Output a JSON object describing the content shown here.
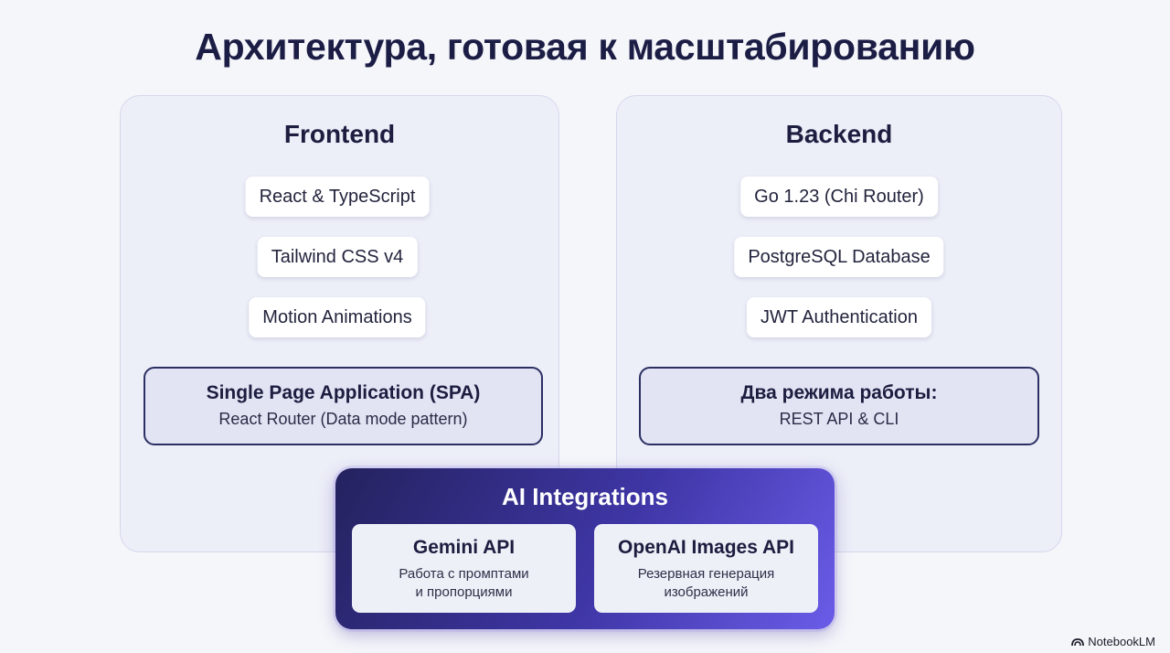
{
  "title": "Архитектура, готовая к масштабированию",
  "frontend": {
    "title": "Frontend",
    "items": [
      "React & TypeScript",
      "Tailwind CSS v4",
      "Motion Animations"
    ],
    "mode": {
      "title": "Single Page Application (SPA)",
      "subtitle": "React Router (Data mode pattern)"
    }
  },
  "backend": {
    "title": "Backend",
    "items": [
      "Go 1.23 (Chi Router)",
      "PostgreSQL Database",
      "JWT Authentication"
    ],
    "mode": {
      "title": "Два режима работы:",
      "subtitle": "REST API & CLI"
    }
  },
  "ai": {
    "title": "AI Integrations",
    "cards": [
      {
        "title": "Gemini API",
        "desc_line1": "Работа с промптами",
        "desc_line2": "и пропорциями"
      },
      {
        "title": "OpenAI Images API",
        "desc_line1": "Резервная генерация",
        "desc_line2": "изображений"
      }
    ]
  },
  "brand": {
    "label": "NotebookLM",
    "icon": "notebooklm-logo-icon"
  }
}
